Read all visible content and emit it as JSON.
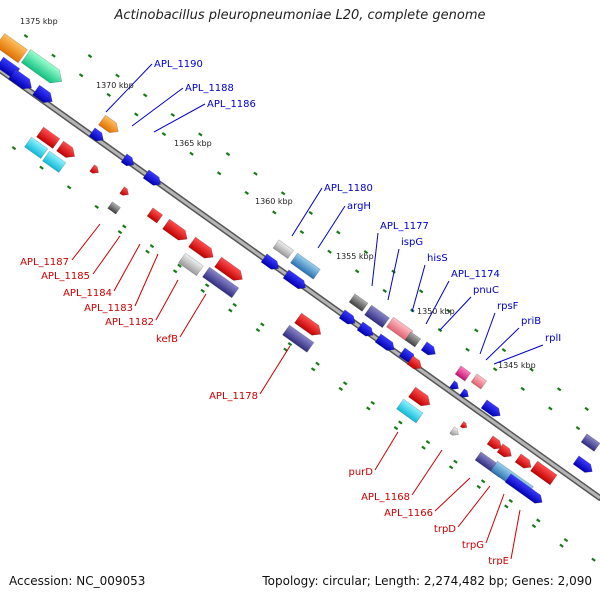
{
  "title": "Actinobacillus pleuropneumoniae L20, complete genome",
  "footer": {
    "accession": "Accession: NC_009053",
    "topology": "Topology: circular; Length: 2,274,482 bp; Genes: 2,090"
  },
  "scale_labels": [
    "1375 kbp",
    "1370 kbp",
    "1365 kbp",
    "1360 kbp",
    "1355 kbp",
    "1350 kbp",
    "1345 kbp"
  ],
  "gene_labels": {
    "blue": [
      "APL_1190",
      "APL_1188",
      "APL_1186",
      "APL_1180",
      "argH",
      "APL_1177",
      "ispG",
      "hisS",
      "APL_1174",
      "pnuC",
      "rpsF",
      "priB",
      "rplI"
    ],
    "red": [
      "APL_1187",
      "APL_1185",
      "APL_1184",
      "APL_1183",
      "APL_1182",
      "kefB",
      "APL_1178",
      "purD",
      "APL_1168",
      "APL_1166",
      "trpD",
      "trpG",
      "trpE"
    ]
  },
  "colors": {
    "backbone": "#8a8a8a",
    "forward_gene": "#1010e0",
    "reverse_gene": "#e01010",
    "blue_label": "#0000cc",
    "red_label": "#cc0000",
    "tick": "#1a7a1a"
  }
}
